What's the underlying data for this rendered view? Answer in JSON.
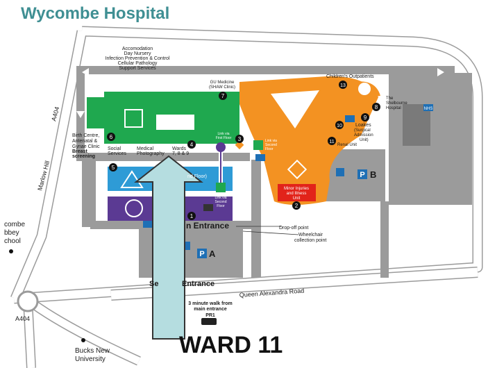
{
  "title": "Wycombe Hospital",
  "callout": "WARD 11",
  "roads": {
    "a404_top": "A404",
    "a404_bottom": "A404",
    "marlow_hill": "Marlow Hill",
    "queen_alexandra": "Queen Alexandra Road"
  },
  "places": {
    "wycombe_abbey": [
      "combe",
      "bbey",
      "chool"
    ],
    "bucks_new_university": [
      "Bucks New",
      "University"
    ]
  },
  "north_services": [
    "Accomodation",
    "Day Nursery",
    "Infection Prevention & Control",
    "Cellular Pathology",
    "Support Services"
  ],
  "gu_medicine": [
    "GU Medicine",
    "(SHAW Clinic)"
  ],
  "childrens_outpatients": "Children's Outpatients",
  "shelbourne": [
    "The",
    "Shelbourne",
    "Hospital"
  ],
  "shelbourne_badge": "NHS",
  "loakes": [
    "Loakes",
    "(Surgical",
    "Admission",
    "Unit)"
  ],
  "renal_unit": "Renal Unit",
  "birth_centre": [
    "Birth Centre,",
    "Antenatal &",
    "Gynae Clinic"
  ],
  "breast_screening": [
    "Breast",
    "screening"
  ],
  "social_services": [
    "Social",
    "Services"
  ],
  "medical_photography": [
    "Medical",
    "Photography"
  ],
  "wards": [
    "Wards",
    "7, 8 & 9"
  ],
  "link_first_floor": [
    "Link via",
    "First Floor"
  ],
  "link_second_floor_top": [
    "Link via",
    "Second",
    "Floor"
  ],
  "link_second_floor_mid": [
    "Link via",
    "Second",
    "Floor"
  ],
  "blue_building_label": "nd Floor)",
  "minor_injuries": [
    "Minor Injuries",
    "and Illness",
    "Unit"
  ],
  "main_entrance": "n Entrance",
  "second_entrance": [
    "Se",
    "Entrance"
  ],
  "drop_off": "Drop-off point",
  "wheelchair": [
    "Wheelchair",
    "collection point"
  ],
  "walk_note": [
    "3 minute walk from",
    "main entrance"
  ],
  "pr1": "PR1",
  "parking": {
    "a": "A",
    "b": "B",
    "p": "P"
  },
  "markers": [
    "1",
    "2",
    "3",
    "4",
    "5",
    "6",
    "7",
    "8",
    "9",
    "10",
    "11",
    "13"
  ],
  "colors": {
    "title": "#3f8f93",
    "green": "#1fa84f",
    "orange": "#f39222",
    "blue": "#2e9bd6",
    "purple": "#5b3a93",
    "red": "#e2231a",
    "grey": "#8c8c8c",
    "arrow": "#b5dde0"
  }
}
